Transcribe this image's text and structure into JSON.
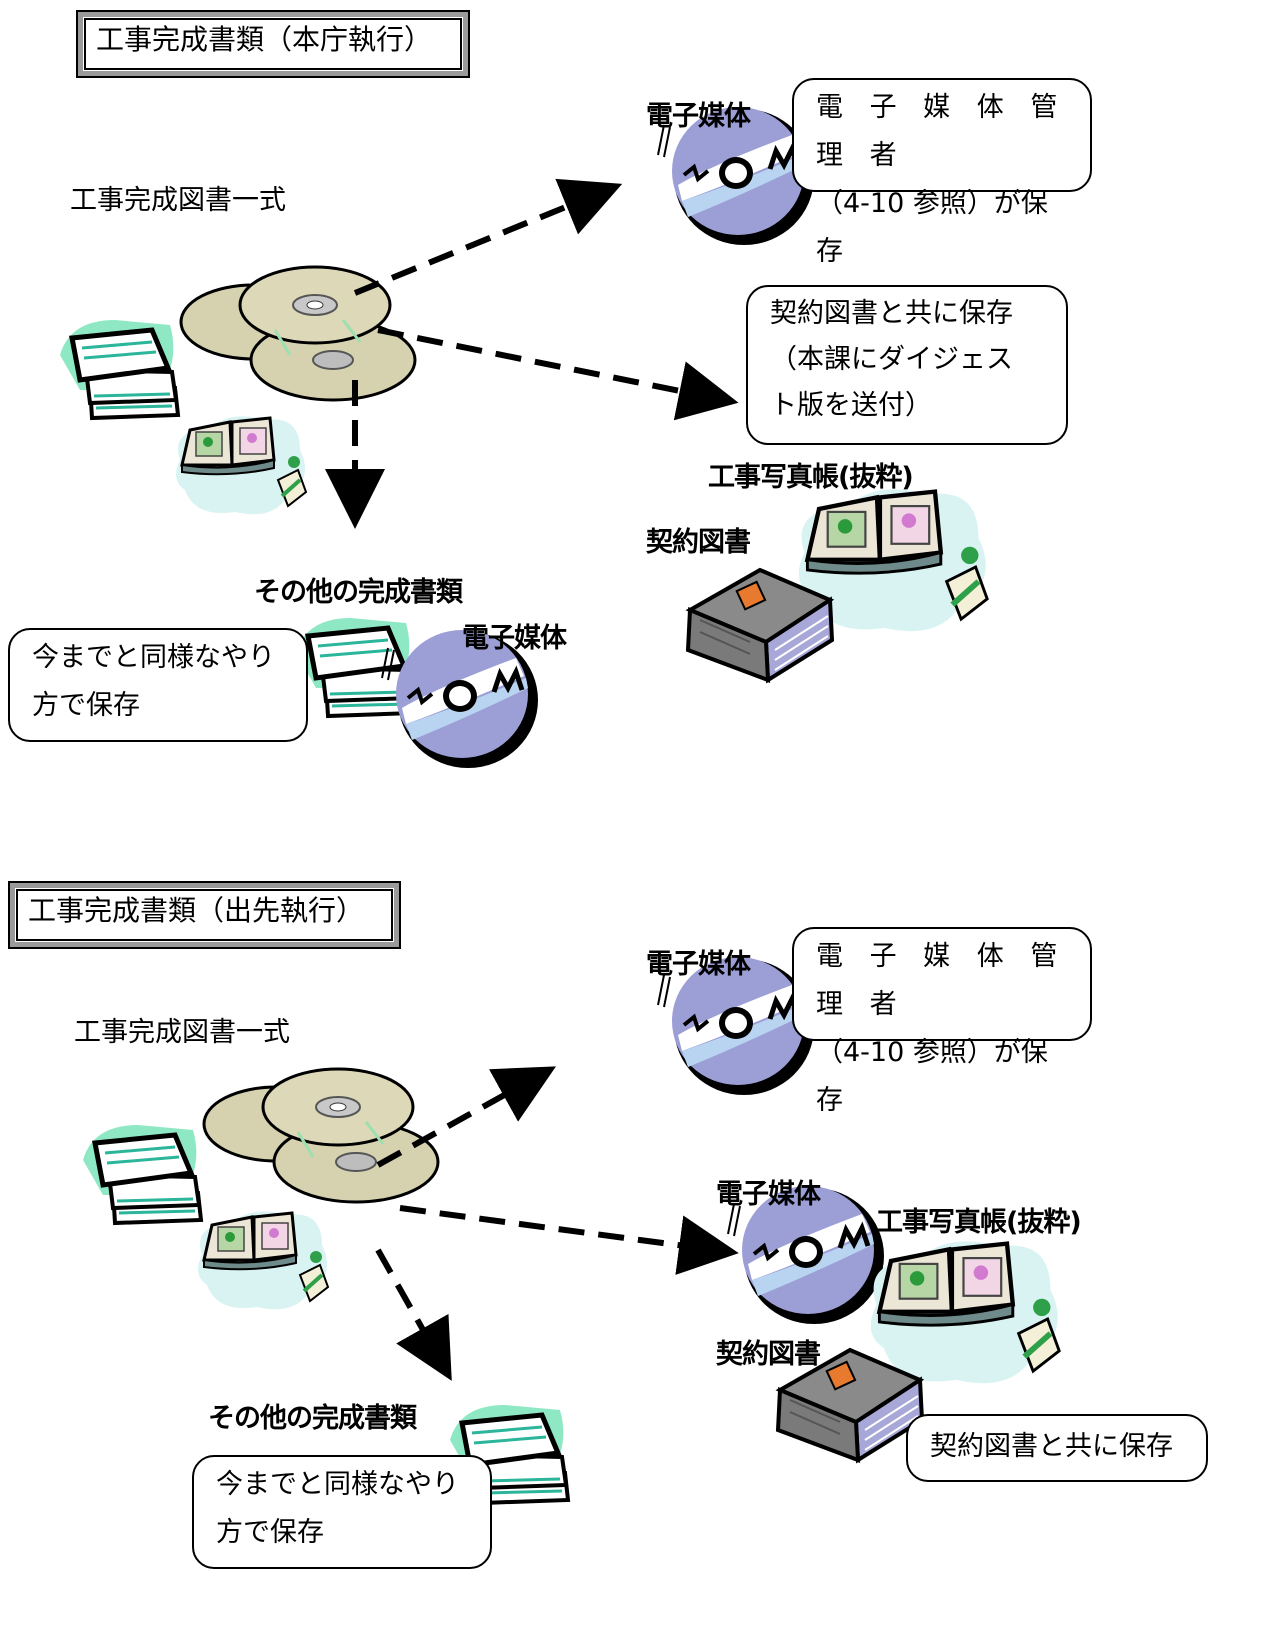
{
  "section1": {
    "title": "工事完成書類（本庁執行）",
    "source_label": "工事完成図書一式",
    "media_label": "電子媒体",
    "media_note_line1": "電 子 媒 体 管 理 者",
    "media_note_line2": "（4-10 参照）が保存",
    "contract_note_line1": "契約図書と共に保存",
    "contract_note_line2": "（本課にダイジェス",
    "contract_note_line3": "ト版を送付）",
    "photo_label": "工事写真帳(抜粋)",
    "contract_label": "契約図書",
    "other_label": "その他の完成書類",
    "other_media_label": "電子媒体",
    "other_note_line1": "今までと同様なやり",
    "other_note_line2": "方で保存"
  },
  "section2": {
    "title": "工事完成書類（出先執行）",
    "source_label": "工事完成図書一式",
    "media_label": "電子媒体",
    "media_note_line1": "電 子 媒 体 管 理 者",
    "media_note_line2": "（4-10 参照）が保存",
    "media2_label": "電子媒体",
    "photo_label": "工事写真帳(抜粋)",
    "contract_label": "契約図書",
    "contract_note": "契約図書と共に保存",
    "other_label": "その他の完成書類",
    "other_note_line1": "今までと同様なやり",
    "other_note_line2": "方で保存"
  },
  "colors": {
    "disc": "#9c9ed6",
    "disc_highlight": "#b8d4f0",
    "cd": "#d6d2b0",
    "paper_teal": "#8ee8c4",
    "cloud": "#d9f3f3",
    "book_cover": "#8a8a8a",
    "book_pages": "#a8a8d8"
  },
  "icons": [
    "cd-stack-icon",
    "document-stack-icon",
    "open-book-icon",
    "disc-icon",
    "closed-book-icon"
  ]
}
